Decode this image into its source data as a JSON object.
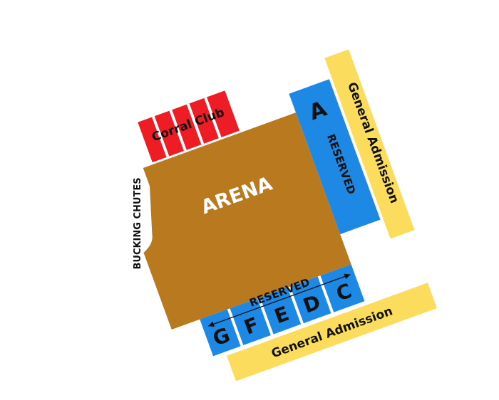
{
  "colors": {
    "arena": "#b8791f",
    "reserved": "#1e88e5",
    "general_admission": "#fbdc5c",
    "corral_club": "#ee1c25",
    "text_light": "#ffffff",
    "text_dark": "#111111"
  },
  "arena": {
    "label": "ARENA"
  },
  "bucking_chutes": {
    "label": "BUCKING CHUTES"
  },
  "corral_club": {
    "label": "Corral Club"
  },
  "reserved_east": {
    "section": "A",
    "label": "RESERVED"
  },
  "reserved_south": {
    "label": "RESERVED",
    "sections": [
      "G",
      "F",
      "E",
      "D",
      "C"
    ]
  },
  "general_admission_east": {
    "label": "General Admission"
  },
  "general_admission_south": {
    "label": "General Admission"
  }
}
